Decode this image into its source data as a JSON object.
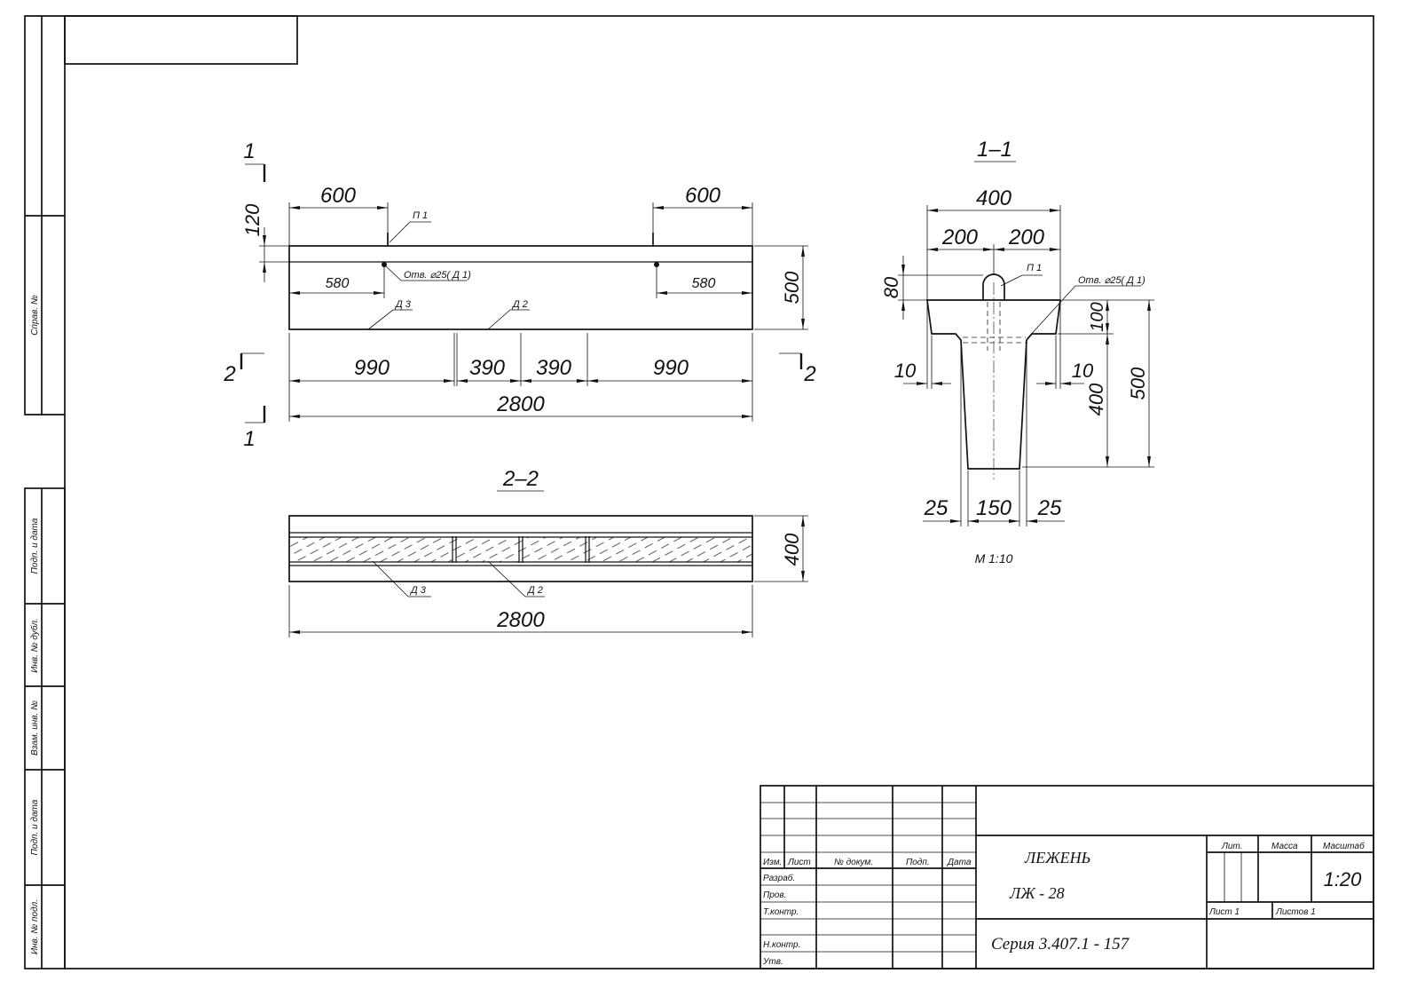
{
  "side_stamps": {
    "reference_no": "Справ. №",
    "sign_date_1": "Подп. и дата",
    "dup_inv_no": "Инв. № дубл.",
    "replace_inv_no": "Взам. инв. №",
    "sign_date_2": "Подп. и дата",
    "orig_inv_no": "Инв. № подл."
  },
  "elevation": {
    "section_1_top": "1",
    "section_1_bottom": "1",
    "section_2_left": "2",
    "section_2_right": "2",
    "dim_end_left": "600",
    "dim_end_right": "600",
    "dim_top_flange": "120",
    "dim_hole_left": "580",
    "dim_hole_right": "580",
    "dim_height": "500",
    "dim_chain": [
      "990",
      "390",
      "390",
      "990"
    ],
    "dim_total": "2800",
    "label_loop": "П 1",
    "label_hole": "Отв. ⌀25( Д 1)",
    "label_d3": "Д 3",
    "label_d2": "Д 2"
  },
  "section_2_2": {
    "title": "2–2",
    "dim_height": "400",
    "dim_total": "2800",
    "label_d3": "Д 3",
    "label_d2": "Д 2"
  },
  "section_1_1": {
    "title": "1–1",
    "dim_width": "400",
    "dim_half_left": "200",
    "dim_half_right": "200",
    "dim_loop": "80",
    "label_loop": "П 1",
    "label_hole": "Отв. ⌀25( Д 1)",
    "dim_flange": "100",
    "dim_web": "400",
    "dim_height": "500",
    "dim_chamfer_left": "10",
    "dim_chamfer_right": "10",
    "dim_bottom": [
      "25",
      "150",
      "25"
    ],
    "scale": "М 1:10"
  },
  "title_block": {
    "headers": {
      "change": "Изм.",
      "sheet": "Лист",
      "doc_no": "№ докум.",
      "sign": "Подп.",
      "date": "Дата"
    },
    "roles": {
      "developed": "Разраб.",
      "checked": "Пров.",
      "tech_control": "Т.контр.",
      "norm_control": "Н.контр.",
      "approved": "Утв."
    },
    "name": "ЛЕЖЕНЬ",
    "code": "ЛЖ - 28",
    "series": "Серия 3.407.1 - 157",
    "letter_label": "Лит.",
    "mass_label": "Масса",
    "scale_label": "Масштаб",
    "scale": "1:20",
    "sheet_label": "Лист 1",
    "sheets_label": "Листов 1"
  }
}
